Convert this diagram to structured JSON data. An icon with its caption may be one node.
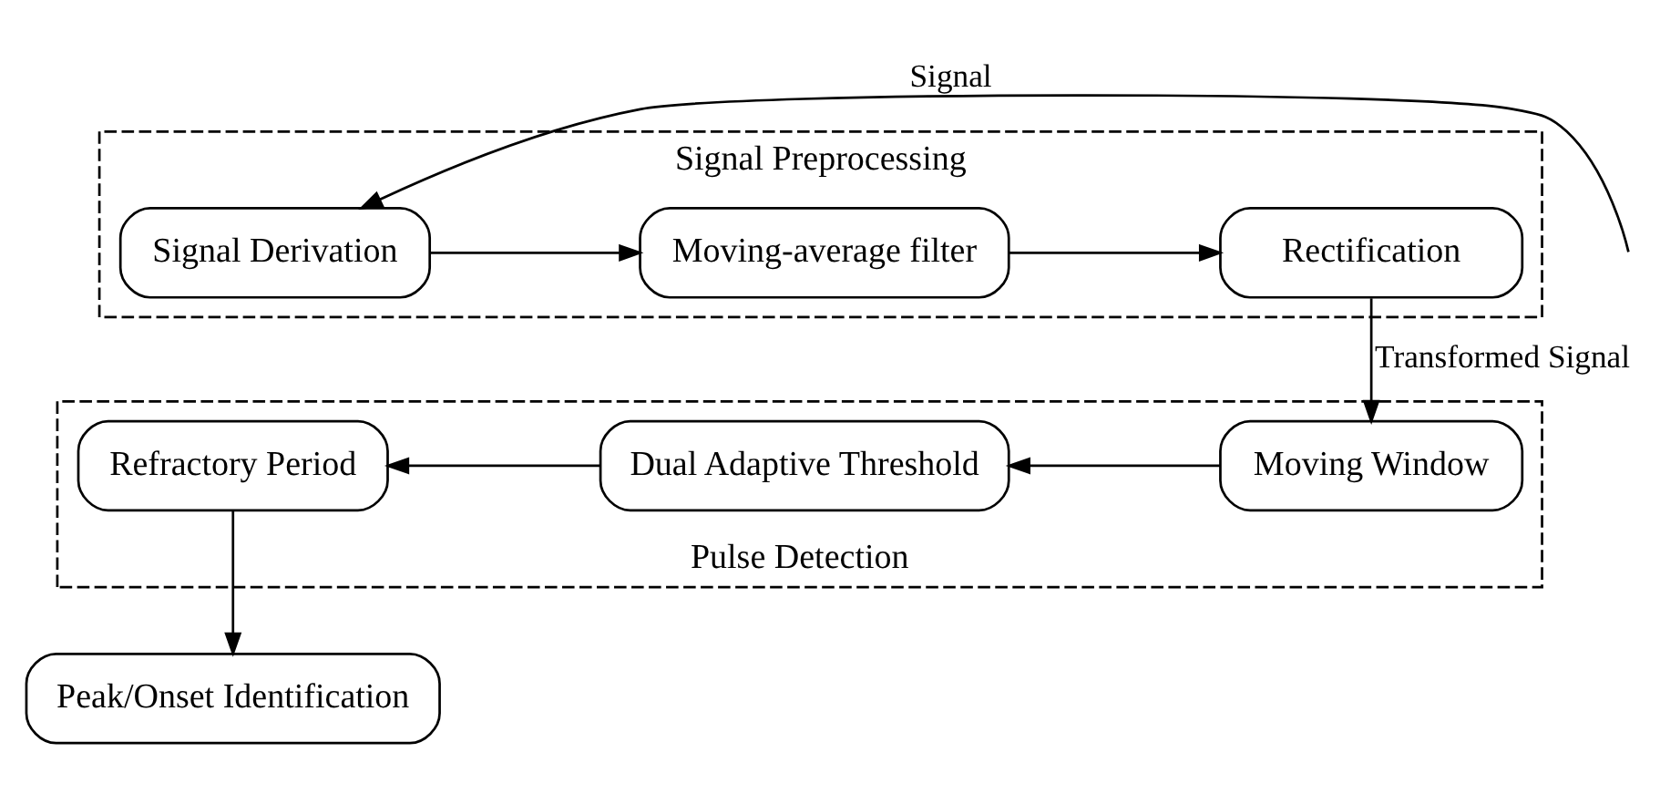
{
  "diagram": {
    "nodes": [
      {
        "text": [
          "Signal Preprocessing"
        ]
      },
      {
        "text": [
          "Signal Derivation"
        ],
        "in": 0
      },
      {
        "text": [
          "Moving-average filter"
        ],
        "in": 0
      },
      {
        "text": [
          "Rectification"
        ],
        "in": 0
      },
      {
        "text": [
          "Pulse Detection"
        ]
      },
      {
        "text": [
          "Moving Window"
        ],
        "in": 4
      },
      {
        "text": [
          "Dual Adaptive Threshold"
        ],
        "in": 4
      },
      {
        "text": [
          "Refractory Period"
        ],
        "in": 4
      },
      {
        "text": [
          "Peak/Onset Identification"
        ]
      }
    ],
    "edges": [
      {
        "from": null,
        "to": 1,
        "arrow": "to",
        "label": "Signal"
      },
      {
        "from": 1,
        "to": 2,
        "arrow": "to"
      },
      {
        "from": 2,
        "to": 3,
        "arrow": "to"
      },
      {
        "from": 3,
        "to": 5,
        "arrow": "to",
        "label": "Transformed Signal"
      },
      {
        "from": 5,
        "to": 6,
        "arrow": "to"
      },
      {
        "from": 6,
        "to": 7,
        "arrow": "to"
      },
      {
        "from": 7,
        "to": 8,
        "arrow": "to"
      }
    ]
  }
}
